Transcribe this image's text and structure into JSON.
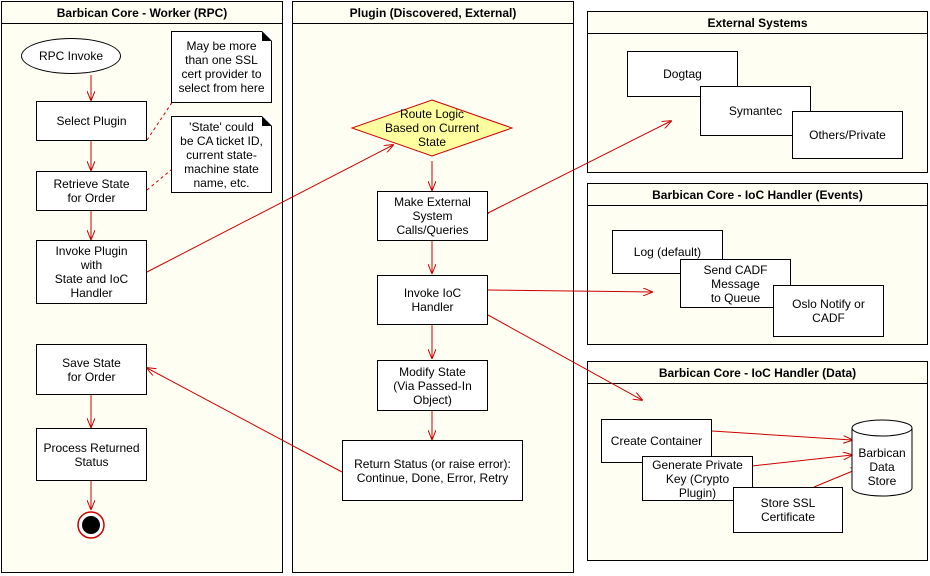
{
  "lanes": {
    "worker": "Barbican Core - Worker (RPC)",
    "plugin": "Plugin (Discovered, External)",
    "external": "External Systems",
    "events": "Barbican Core - IoC Handler (Events)",
    "data": "Barbican Core - IoC Handler (Data)"
  },
  "worker": {
    "start": "RPC Invoke",
    "select_plugin": "Select Plugin",
    "retrieve_state": "Retrieve State\nfor Order",
    "invoke_plugin": "Invoke Plugin\nwith\nState and IoC\nHandler",
    "save_state": "Save State\nfor Order",
    "process_status": "Process Returned\nStatus",
    "note_ssl": "May be more\nthan one SSL\ncert provider to\nselect from here",
    "note_state": "'State' could\nbe CA ticket ID,\ncurrent state-\nmachine state\nname, etc."
  },
  "plugin": {
    "route_logic": "Route Logic\nBased on Current\nState",
    "external_calls": "Make External\nSystem\nCalls/Queries",
    "invoke_ioc": "Invoke IoC\nHandler",
    "modify_state": "Modify State\n(Via Passed-In\nObject)",
    "return_status": "Return Status (or raise error):\nContinue, Done, Error, Retry"
  },
  "external": {
    "dogtag": "Dogtag",
    "symantec": "Symantec",
    "others": "Others/Private"
  },
  "events": {
    "log": "Log (default)",
    "cadf": "Send CADF\nMessage\nto Queue",
    "oslo": "Oslo Notify or\nCADF"
  },
  "data": {
    "create_container": "Create Container",
    "generate_key": "Generate Private\nKey (Crypto\nPlugin)",
    "store_ssl": "Store SSL\nCertificate",
    "datastore": "Barbican\nData\nStore"
  },
  "colors": {
    "lane_fill": "#fffef3",
    "arrow": "#cc0000",
    "diamond": "#ffffa0",
    "final": "#cc0000"
  }
}
